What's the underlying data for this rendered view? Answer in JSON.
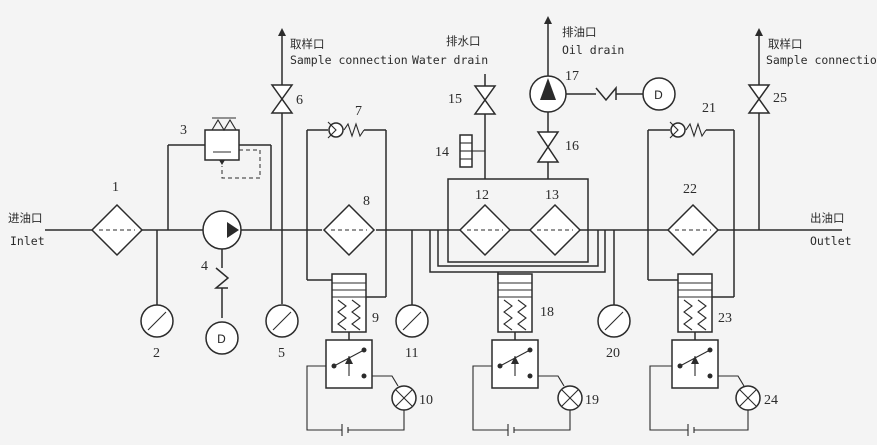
{
  "labels": {
    "inlet_cn": "进油口",
    "inlet_en": "Inlet",
    "outlet_cn": "出油口",
    "outlet_en": "Outlet",
    "sample_cn": "取样口",
    "sample_en": "Sample connection",
    "water_cn": "排水口",
    "water_en": "Water drain",
    "oil_cn": "排油口",
    "oil_en": "Oil drain"
  },
  "numbers": {
    "n1": "1",
    "n2": "2",
    "n3": "3",
    "n4": "4",
    "n5": "5",
    "n6": "6",
    "n7": "7",
    "n8": "8",
    "n9": "9",
    "n10": "10",
    "n11": "11",
    "n12": "12",
    "n13": "13",
    "n14": "14",
    "n15": "15",
    "n16": "16",
    "n17": "17",
    "n18": "18",
    "n19": "19",
    "n20": "20",
    "n21": "21",
    "n22": "22",
    "n23": "23",
    "n24": "24",
    "n25": "25"
  },
  "motor_symbol": "D"
}
